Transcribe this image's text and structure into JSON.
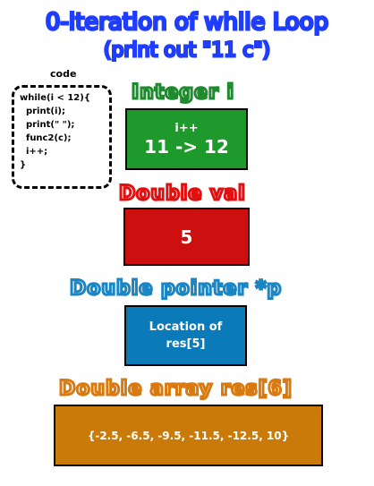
{
  "title": {
    "line1": "0-iteration of while Loop",
    "line2": "(print out \"11 c\")"
  },
  "code": {
    "label": "code",
    "lines": [
      "while(i < 12){",
      "  print(i);",
      "  print(\" \");",
      "  func2(c);",
      "  i++;",
      "}"
    ]
  },
  "integer_i": {
    "heading": "Integer i",
    "op": "i++",
    "change": "11 -> 12"
  },
  "double_val": {
    "heading": "Double val",
    "value": "5"
  },
  "double_pointer": {
    "heading": "Double pointer *p",
    "line1": "Location of",
    "line2": "res[5]"
  },
  "double_array": {
    "heading": "Double array res[6]",
    "values": "{-2.5, -6.5, -9.5, -11.5, -12.5, 10}"
  },
  "colors": {
    "title": "#1f3dff",
    "integer": "#1e9a2c",
    "val": "#cc1010",
    "pointer": "#0a7ab8",
    "array": "#c97a08"
  }
}
